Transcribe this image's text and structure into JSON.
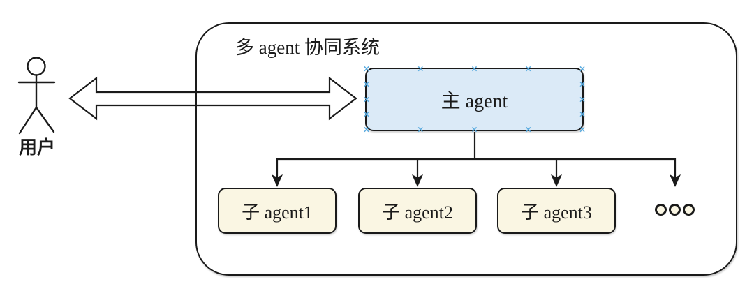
{
  "diagram": {
    "title": "多 agent 协同系统",
    "user": {
      "label": "用户",
      "icon": "user-stick-figure-icon"
    },
    "link": {
      "icon": "double-headed-arrow-icon",
      "meaning": "用户与多agent协同系统双向交互"
    },
    "main_agent": {
      "label": "主 agent"
    },
    "sub_agents": [
      {
        "label": "子 agent1"
      },
      {
        "label": "子 agent2"
      },
      {
        "label": "子 agent3"
      }
    ],
    "more_agents": {
      "icon": "ellipsis-circles-icon",
      "count": 3
    },
    "connection_marks": {
      "glyph": "×",
      "color": "#58aadf"
    },
    "colors": {
      "background": "#ffffff",
      "stroke": "#1a1a1a",
      "main_agent_fill": "#dbeaf7",
      "sub_agent_fill": "#faf6e3"
    }
  }
}
